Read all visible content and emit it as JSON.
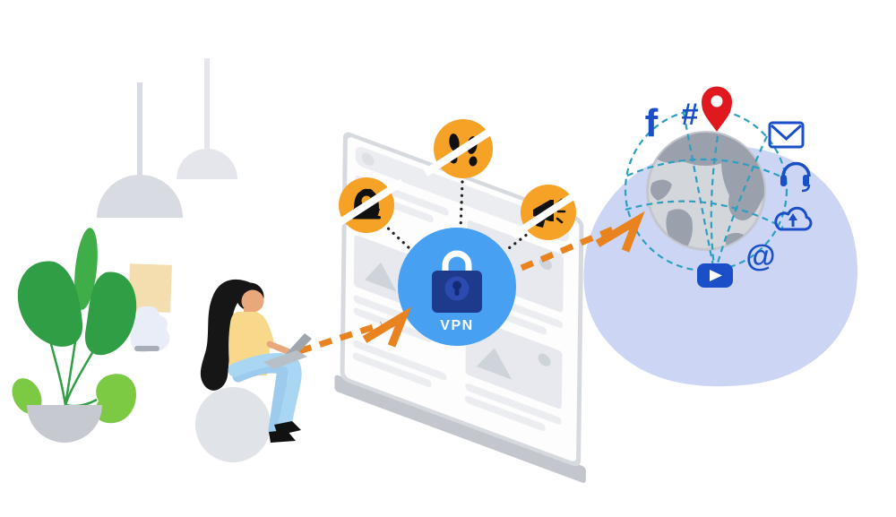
{
  "vpn_badge": {
    "label": "VPN"
  },
  "glyphs": {
    "facebook": "f",
    "hashtag": "#",
    "at_sign": "@"
  },
  "icons": {
    "threat_badges": [
      "hacker-blocked-icon",
      "footprint-tracking-blocked-icon",
      "ad-megaphone-blocked-icon"
    ],
    "internet_icons": [
      "facebook-icon",
      "hashtag-icon",
      "location-pin-icon",
      "email-icon",
      "headphones-icon",
      "cloud-upload-icon",
      "at-sign-icon",
      "youtube-play-icon"
    ],
    "scene_elements": [
      "pendant-lamp-large",
      "pendant-lamp-small",
      "table-lamp",
      "potted-plant",
      "person-on-ball-with-laptop",
      "browser-screen",
      "globe",
      "dashed-orbit",
      "arrow-user-to-vpn",
      "arrow-vpn-to-internet"
    ]
  },
  "colors": {
    "background": "#ffffff",
    "blob_lavender": "#ccd6f4",
    "vpn_circle_blue": "#47a0f2",
    "lock_navy": "#1e3a8c",
    "lock_inner_blue": "#2b4bb0",
    "badge_orange": "#f5a226",
    "arrow_orange": "#e8831f",
    "social_blue": "#1a4fc8",
    "pin_red": "#e0191f",
    "orbit_teal": "#2b9fc2",
    "globe_gray": "#d3d6db",
    "continent_gray": "#9ba1ac",
    "screen_frame_gray": "#d6d9de",
    "screen_content_gray": "#ebedf1",
    "leaf_green_dark": "#2f9e44",
    "leaf_green_light": "#7cc943",
    "shirt_yellow": "#f8d98c",
    "pants_blue": "#a5d3f0",
    "skin_tone": "#e8a87c",
    "hair_black": "#161616",
    "ball_gray": "#e0e3e8",
    "dotted_connector": "#222222"
  }
}
